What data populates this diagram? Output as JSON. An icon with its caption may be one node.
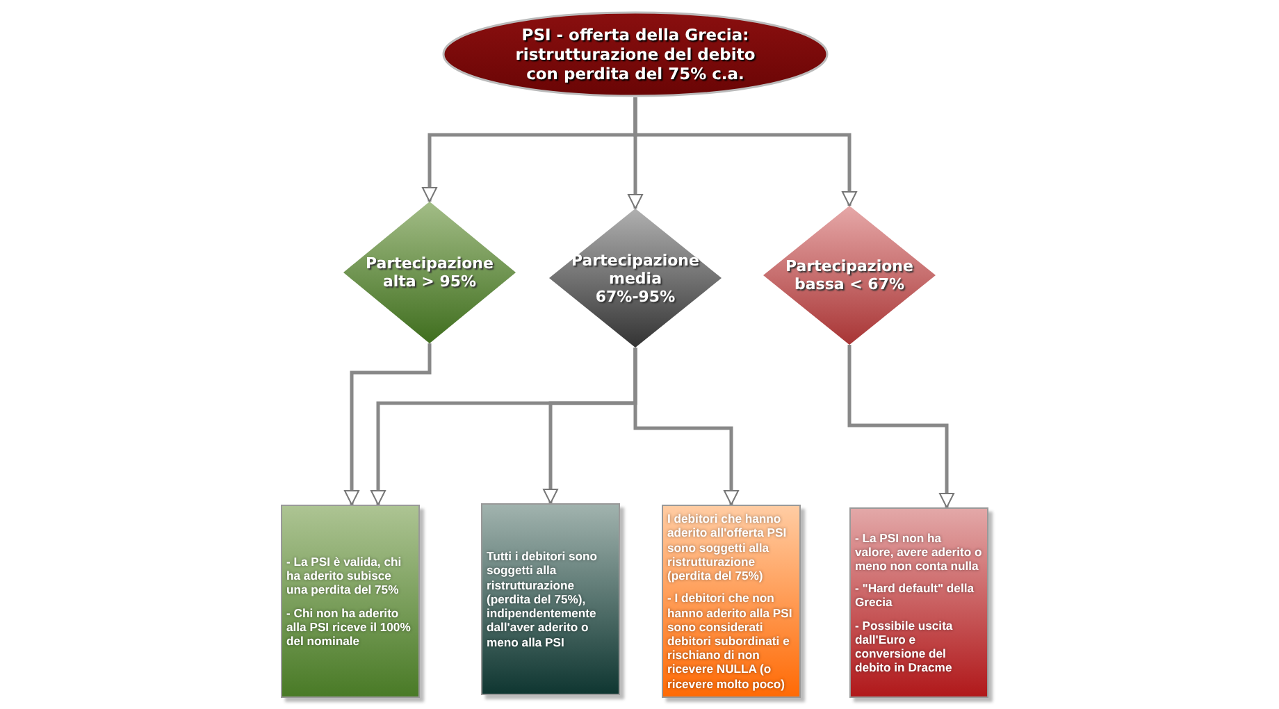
{
  "diagram": {
    "nodes": [
      {
        "text": [
          "PSI - offerta della Grecia: ristrutturazione del debito con perdita del 75% c.a."
        ]
      },
      {
        "text": [
          "Partecipazione alta > 95%"
        ]
      },
      {
        "text": [
          "Partecipazione media 67%-95%"
        ]
      },
      {
        "text": [
          "Partecipazione bassa < 67%"
        ]
      },
      {
        "text": [
          "- La PSI è valida, chi ha aderito subisce una perdita del 75%",
          "- Chi non ha aderito alla PSI riceve il 100% del nominale"
        ]
      },
      {
        "text": [
          "Tutti i debitori sono soggetti alla ristrutturazione (perdita del 75%), indipendentemente dall'aver aderito o meno alla PSI"
        ]
      },
      {
        "text": [
          "I debitori che hanno aderito all'offerta PSI sono soggetti alla ristrutturazione (perdita del 75%)",
          "- I debitori che non hanno aderito alla PSI sono considerati debitori subordinati e rischiano di non ricevere NULLA (o ricevere molto poco)"
        ]
      },
      {
        "text": [
          "- La PSI non ha valore, avere aderito o meno non conta nulla",
          "- \"Hard default\" della Grecia",
          "- Possibile uscita dall'Euro e conversione del debito in Dracme"
        ]
      }
    ],
    "edges": [
      {
        "from": 0,
        "to": 1,
        "arrow": "to"
      },
      {
        "from": 0,
        "to": 2,
        "arrow": "to"
      },
      {
        "from": 0,
        "to": 3,
        "arrow": "to"
      },
      {
        "from": 1,
        "to": 4,
        "arrow": "to"
      },
      {
        "from": 2,
        "to": 4,
        "arrow": "to"
      },
      {
        "from": 2,
        "to": 5,
        "arrow": "to"
      },
      {
        "from": 2,
        "to": 6,
        "arrow": "to"
      },
      {
        "from": 3,
        "to": 7,
        "arrow": "to"
      }
    ]
  }
}
